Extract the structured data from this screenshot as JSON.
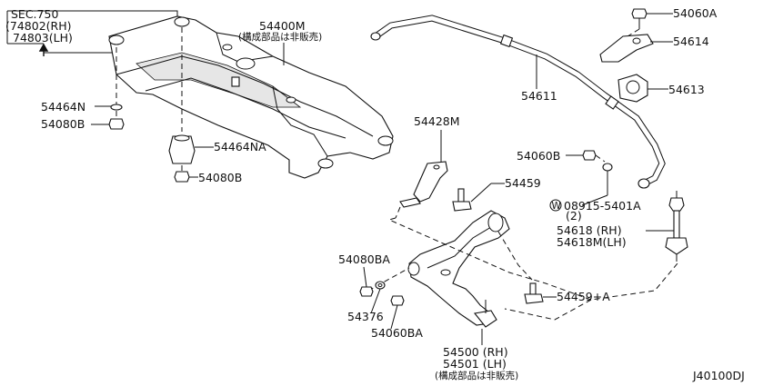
{
  "diagram_id": "J40100DJ",
  "section_ref": {
    "sec": "SEC.750",
    "rh": "(74802(RH)",
    "lh": "74803(LH)"
  },
  "labels": {
    "p54400M": "54400M",
    "p54400M_note": "(構成部品は非販売)",
    "p54464N": "54464N",
    "p54080B_left": "54080B",
    "p54464NA": "54464NA",
    "p54080B_lower": "54080B",
    "p54060A": "54060A",
    "p54614": "54614",
    "p54613": "54613",
    "p54611": "54611",
    "p54428M": "54428M",
    "p54060B": "54060B",
    "p54459": "54459",
    "washer_symbol": "W",
    "p08915": "08915-5401A",
    "p08915_qty": "(2)",
    "p54618_rh": "54618 (RH)",
    "p54618_lh": "54618M(LH)",
    "p54080BA": "54080BA",
    "p54459A": "54459+A",
    "p54376": "54376",
    "p54060BA": "54060BA",
    "p54500_rh": "54500 (RH)",
    "p54501_lh": "54501 (LH)",
    "p54500_note": "(構成部品は非販売)"
  }
}
